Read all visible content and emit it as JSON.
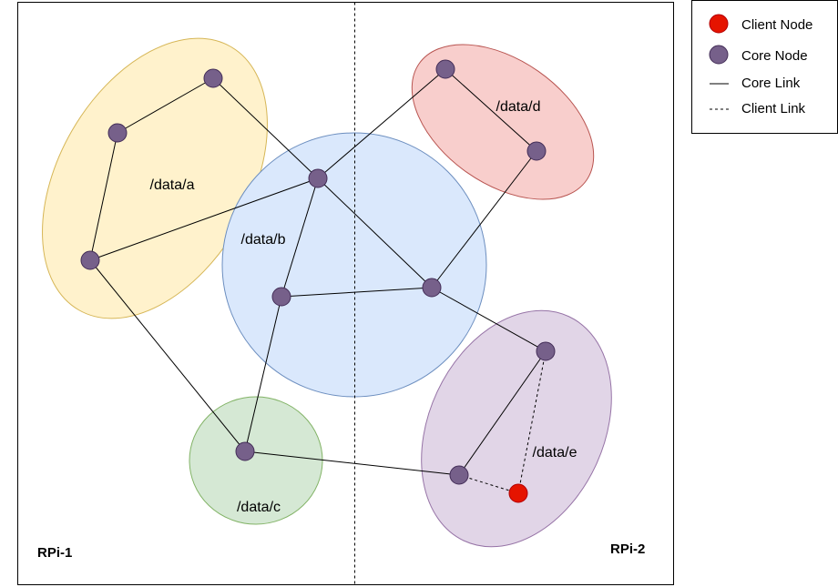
{
  "regions": {
    "a": {
      "label": "/data/a",
      "fill": "#fff2cc",
      "stroke": "#d6b656"
    },
    "b": {
      "label": "/data/b",
      "fill": "#dae8fc",
      "stroke": "#6c8ebf"
    },
    "c": {
      "label": "/data/c",
      "fill": "#d5e8d4",
      "stroke": "#82b366"
    },
    "d": {
      "label": "/data/d",
      "fill": "#f8cecc",
      "stroke": "#b85450"
    },
    "e": {
      "label": "/data/e",
      "fill": "#e1d5e7",
      "stroke": "#9673a6"
    }
  },
  "partitions": {
    "left": "RPi-1",
    "right": "RPi-2"
  },
  "legend": {
    "client_node": "Client Node",
    "core_node": "Core Node",
    "core_link": "Core Link",
    "client_link": "Client Link"
  },
  "colors": {
    "core_node": "#76608a",
    "client_node": "#e51400"
  }
}
